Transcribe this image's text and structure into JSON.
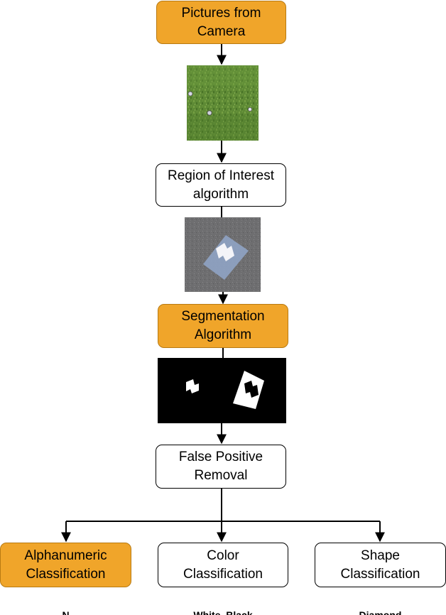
{
  "nodes": {
    "camera": "Pictures from\nCamera",
    "roi": "Region of Interest\nalgorithm",
    "segmentation": "Segmentation\nAlgorithm",
    "false_positive": "False Positive\nRemoval",
    "alphanumeric": "Alphanumeric\nClassification",
    "color": "Color\nClassification",
    "shape": "Shape\nClassification"
  },
  "outputs": {
    "alphanumeric": "N",
    "color": "White, Black",
    "shape": "Diamond"
  },
  "colors": {
    "highlight": "#f0a52a",
    "highlight_border": "#b87a12",
    "grass": "#5e8a35",
    "asphalt": "#6e6e70"
  }
}
